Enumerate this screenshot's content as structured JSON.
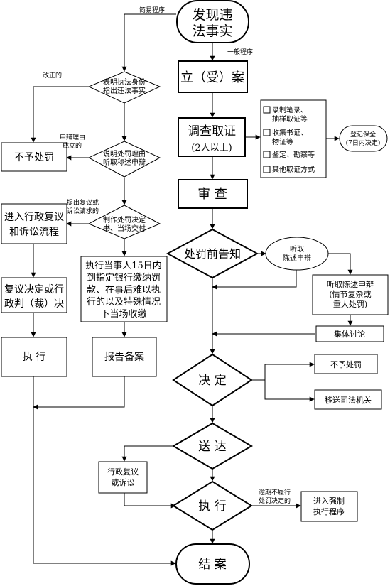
{
  "nodes": {
    "start_l1": "发现违",
    "start_l2": "法事实",
    "case": "立（受）案",
    "investigate_l1": "调查取证",
    "investigate_l2": "(2人以上)",
    "review": "审  查",
    "notify": "处罚前告知",
    "decide": "决  定",
    "serve": "送  达",
    "execute": "执  行",
    "close": "结  案",
    "show_id_l1": "表明执法身份",
    "show_id_l2": "指出违法事实",
    "explain_l1": "说明处罚理由",
    "explain_l2": "听取称述申辩",
    "make_decision_l1": "制作处罚决定",
    "make_decision_l2": "书、当场交付",
    "no_penalty_left": "不予处罚",
    "admin_review_l1": "进入行政复议",
    "admin_review_l2": "和诉讼流程",
    "review_result_l1": "复议决定或行",
    "review_result_l2": "政判（裁）决",
    "exec_left": "执    行",
    "payment_l1": "执行当事人15日内",
    "payment_l2": "到指定银行缴纳罚",
    "payment_l3": "款、在事后难以执",
    "payment_l4": "行的以及特殊情况",
    "payment_l5": "下当场收缴",
    "report": "报告备案",
    "evidence_1": "录制笔录、",
    "evidence_1b": "抽样取证等",
    "evidence_2": "收集书证、",
    "evidence_2b": "物证等",
    "evidence_3": "鉴定、勘察等",
    "evidence_4": "其他取证方式",
    "preserve_l1": "登记保全",
    "preserve_l2": "(7日内决定)",
    "hearing_oval_l1": "听取",
    "hearing_oval_l2": "陈述申辩",
    "hearing_box_l1": "听取陈述申辩",
    "hearing_box_l2": "(情节复杂或",
    "hearing_box_l3": "重大处罚)",
    "group_discussion": "集体讨论",
    "no_penalty_right": "不予处罚",
    "transfer_judicial": "移送司法机关",
    "reconsider_l1": "行政复议",
    "reconsider_l2": "或诉讼",
    "enforce_l1": "进入强制",
    "enforce_l2": "执行程序"
  },
  "labels": {
    "simple_procedure": "简易程序",
    "general_procedure": "一般程序",
    "corrected": "改正的",
    "defense_l1": "申辩理由",
    "defense_l2": "成立的",
    "appeal_l1": "提出复议或",
    "appeal_l2": "诉讼请求的",
    "overdue_l1": "逾期不履行",
    "overdue_l2": "处罚决定的"
  },
  "colors": {
    "line": "#000000",
    "fill": "#ffffff"
  }
}
